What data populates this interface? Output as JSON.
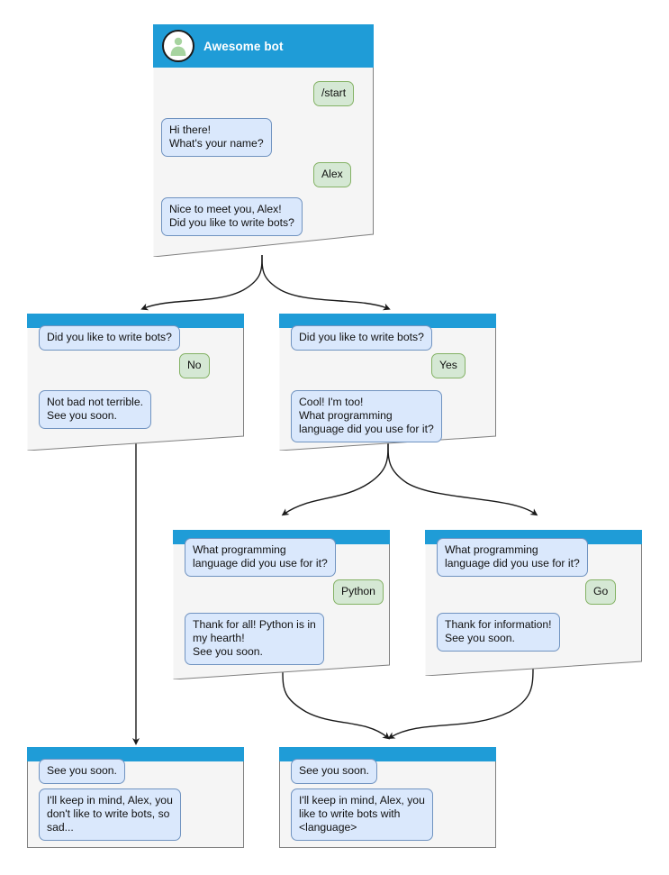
{
  "diagram": {
    "title": "Telegram bot conversation flowchart",
    "colors": {
      "header_blue": "#1f9cd7",
      "bot_bubble_fill": "#dae8fc",
      "bot_bubble_stroke": "#7093c0",
      "user_bubble_fill": "#d5e8d4",
      "user_bubble_stroke": "#84b265",
      "node_fill": "#f5f5f5",
      "node_stroke": "#808080",
      "edge_stroke": "#1a1a1a",
      "avatar_fill": "#a7d4a0",
      "title_text": "#ffffff"
    }
  },
  "nodes": [
    {
      "id": "root",
      "name": "chat-window-root",
      "header_title": "Awesome bot",
      "avatar_icon": "person-avatar-icon",
      "messages": [
        {
          "side": "user",
          "text": "/start"
        },
        {
          "side": "bot",
          "text": "Hi there!\nWhat's your name?"
        },
        {
          "side": "user",
          "text": "Alex"
        },
        {
          "side": "bot",
          "text": "Nice to meet you, Alex!\nDid you like to write bots?"
        }
      ]
    },
    {
      "id": "no",
      "name": "chat-window-no-branch",
      "messages": [
        {
          "side": "bot",
          "text": "Did you like to write bots?"
        },
        {
          "side": "user",
          "text": "No"
        },
        {
          "side": "bot",
          "text": "Not bad not terrible.\nSee you soon."
        }
      ]
    },
    {
      "id": "yes",
      "name": "chat-window-yes-branch",
      "messages": [
        {
          "side": "bot",
          "text": "Did you like to write bots?"
        },
        {
          "side": "user",
          "text": "Yes"
        },
        {
          "side": "bot",
          "text": "Cool! I'm too!\nWhat programming\nlanguage did you use for it?"
        }
      ]
    },
    {
      "id": "python",
      "name": "chat-window-python-branch",
      "messages": [
        {
          "side": "bot",
          "text": "What programming\nlanguage did you use for it?"
        },
        {
          "side": "user",
          "text": "Python"
        },
        {
          "side": "bot",
          "text": "Thank for all! Python is in\nmy hearth!\nSee you soon."
        }
      ]
    },
    {
      "id": "go",
      "name": "chat-window-go-branch",
      "messages": [
        {
          "side": "bot",
          "text": "What programming\nlanguage did you use for it?"
        },
        {
          "side": "user",
          "text": "Go"
        },
        {
          "side": "bot",
          "text": "Thank for information!\nSee you soon."
        }
      ]
    },
    {
      "id": "end-sad",
      "name": "chat-window-end-sad",
      "messages": [
        {
          "side": "bot",
          "text": "See you soon."
        },
        {
          "side": "bot",
          "text": "I'll keep in mind, Alex, you\ndon't like to write bots, so\nsad..."
        }
      ]
    },
    {
      "id": "end-happy",
      "name": "chat-window-end-happy",
      "messages": [
        {
          "side": "bot",
          "text": "See you soon."
        },
        {
          "side": "bot",
          "text": "I'll keep in mind, Alex, you\nlike to write bots with\n<language>"
        }
      ]
    }
  ]
}
